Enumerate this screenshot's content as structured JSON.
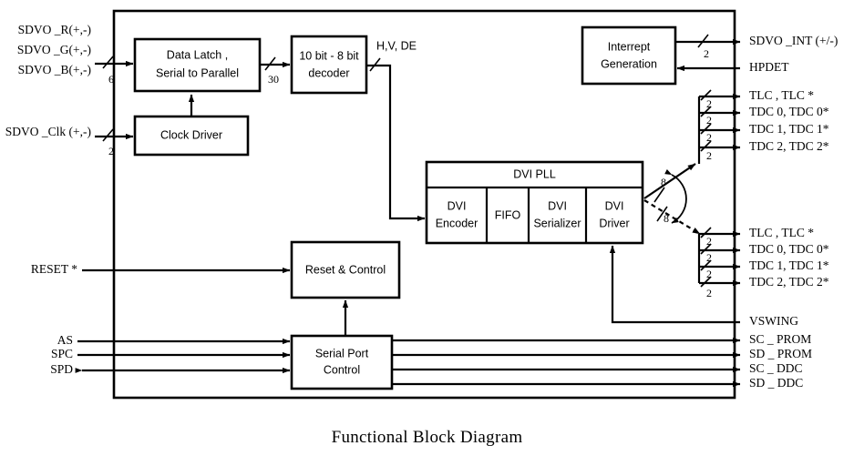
{
  "caption": "Functional Block Diagram",
  "diagram": {
    "type": "block-diagram",
    "blocks": [
      {
        "id": "data-latch",
        "label_line1": "Data Latch ,",
        "label_line2": "Serial to Parallel"
      },
      {
        "id": "clock-driver",
        "label_line1": "Clock Driver",
        "label_line2": ""
      },
      {
        "id": "decoder",
        "label_line1": "10 bit - 8 bit",
        "label_line2": "decoder"
      },
      {
        "id": "interrupt-gen",
        "label_line1": "Interrept",
        "label_line2": "Generation"
      },
      {
        "id": "dvi-pll",
        "label_line1": "DVI PLL",
        "label_line2": ""
      },
      {
        "id": "dvi-encoder",
        "label_line1": "DVI",
        "label_line2": "Encoder"
      },
      {
        "id": "fifo",
        "label_line1": "FIFO",
        "label_line2": ""
      },
      {
        "id": "dvi-serializer",
        "label_line1": "DVI",
        "label_line2": "Serializer"
      },
      {
        "id": "dvi-driver",
        "label_line1": "DVI",
        "label_line2": "Driver"
      },
      {
        "id": "reset-control",
        "label_line1": "Reset & Control",
        "label_line2": ""
      },
      {
        "id": "serial-port",
        "label_line1": "Serial Port",
        "label_line2": "Control"
      }
    ],
    "left_pins": [
      {
        "id": "sdvo-r",
        "label": "SDVO _R(+,-)"
      },
      {
        "id": "sdvo-g",
        "label": "SDVO _G(+,-)"
      },
      {
        "id": "sdvo-b",
        "label": "SDVO _B(+,-)"
      },
      {
        "id": "sdvo-clk",
        "label": "SDVO _Clk (+,-)"
      },
      {
        "id": "reset",
        "label": "RESET *"
      },
      {
        "id": "as",
        "label": "AS"
      },
      {
        "id": "spc",
        "label": "SPC"
      },
      {
        "id": "spd",
        "label": "SPD"
      }
    ],
    "right_pins": [
      {
        "id": "sdvo-int",
        "label": "SDVO _INT (+/-)"
      },
      {
        "id": "hpdet",
        "label": "HPDET"
      },
      {
        "id": "tlc-top",
        "label": "TLC , TLC *"
      },
      {
        "id": "tdc0-top",
        "label": "TDC 0, TDC 0*"
      },
      {
        "id": "tdc1-top",
        "label": "TDC 1, TDC 1*"
      },
      {
        "id": "tdc2-top",
        "label": "TDC 2, TDC 2*"
      },
      {
        "id": "tlc-bottom",
        "label": "TLC , TLC *"
      },
      {
        "id": "tdc0-bottom",
        "label": "TDC 0, TDC 0*"
      },
      {
        "id": "tdc1-bottom",
        "label": "TDC 1, TDC 1*"
      },
      {
        "id": "tdc2-bottom",
        "label": "TDC 2, TDC 2*"
      },
      {
        "id": "vswing",
        "label": "VSWING"
      },
      {
        "id": "sc-prom",
        "label": "SC _ PROM"
      },
      {
        "id": "sd-prom",
        "label": "SD _ PROM"
      },
      {
        "id": "sc-ddc",
        "label": "SC _ DDC"
      },
      {
        "id": "sd-ddc",
        "label": "SD _ DDC"
      }
    ],
    "bus_widths": {
      "sdvo_rgb": "6",
      "sdvo_clk": "2",
      "latch_out": "30",
      "interrupt_out": "2",
      "driver_top": "8",
      "driver_bottom": "8",
      "tlc_top": "2",
      "tdc0_top": "2",
      "tdc1_top": "2",
      "tdc2_top": "2",
      "tlc_bottom": "2",
      "tdc0_bottom": "2",
      "tdc1_bottom": "2",
      "tdc2_bottom": "2"
    },
    "signal_labels": [
      {
        "id": "hvde",
        "label": "H,V, DE"
      }
    ],
    "colors": {
      "line": "#000000",
      "background": "#ffffff",
      "text": "#000000"
    }
  }
}
